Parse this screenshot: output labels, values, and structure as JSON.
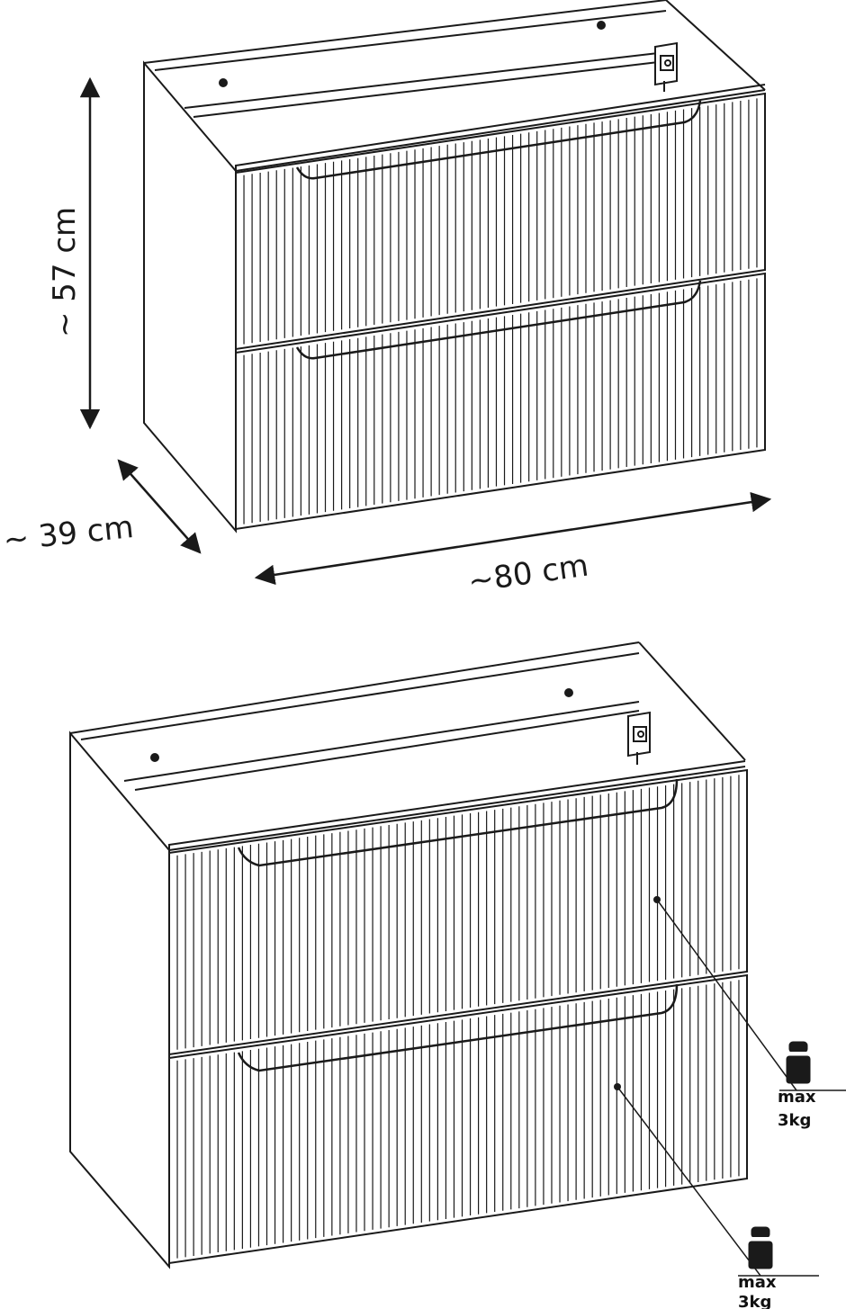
{
  "figure": {
    "top_view": {
      "dimensions": {
        "height": "~ 57 cm",
        "depth": "~ 39 cm",
        "width": "~80 cm"
      }
    },
    "bottom_view": {
      "load_labels": [
        {
          "max": "max",
          "weight": "3kg"
        },
        {
          "max": "max",
          "weight": "3kg"
        }
      ]
    }
  },
  "colors": {
    "line": "#1a1a1a",
    "background": "#ffffff"
  }
}
